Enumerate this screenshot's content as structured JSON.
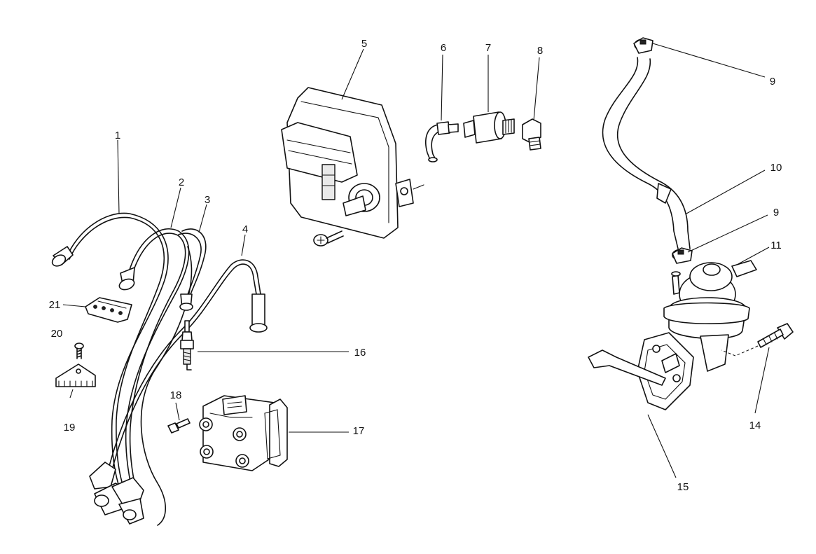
{
  "labels": {
    "c1": "1",
    "c2": "2",
    "c3": "3",
    "c4": "4",
    "c5": "5",
    "c6": "6",
    "c7": "7",
    "c8": "8",
    "c9a": "9",
    "c9b": "9",
    "c10": "10",
    "c11": "11",
    "c14": "14",
    "c15": "15",
    "c16": "16",
    "c17": "17",
    "c18": "18",
    "c19": "19",
    "c20": "20",
    "c21": "21"
  }
}
